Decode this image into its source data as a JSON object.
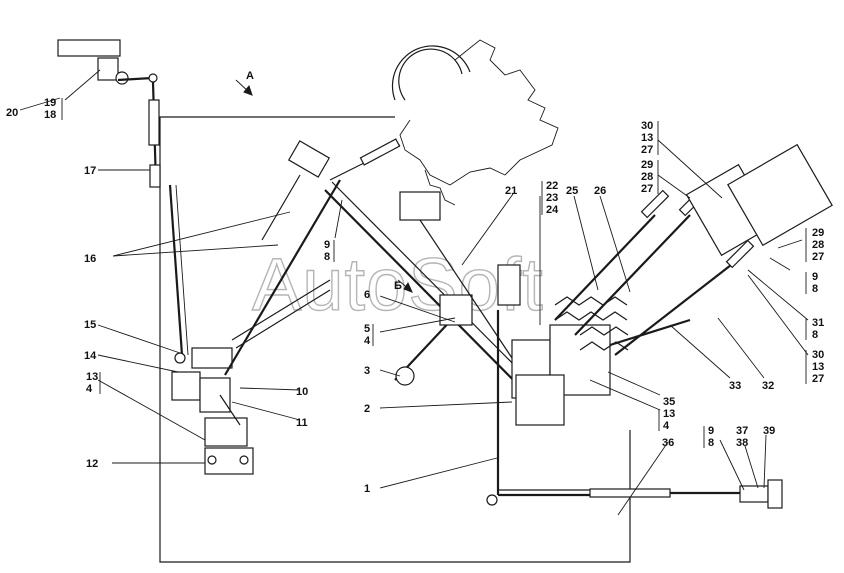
{
  "watermark": "AutoSoft",
  "view_labels": {
    "a": "A",
    "b": "Б"
  },
  "callouts": [
    {
      "id": "c1",
      "lines": [
        "1"
      ]
    },
    {
      "id": "c2",
      "lines": [
        "2"
      ]
    },
    {
      "id": "c3",
      "lines": [
        "3"
      ]
    },
    {
      "id": "c54",
      "lines": [
        "5",
        "4"
      ]
    },
    {
      "id": "c6",
      "lines": [
        "6"
      ]
    },
    {
      "id": "c98a",
      "lines": [
        "9",
        "8"
      ]
    },
    {
      "id": "c10",
      "lines": [
        "10"
      ]
    },
    {
      "id": "c11",
      "lines": [
        "11"
      ]
    },
    {
      "id": "c12",
      "lines": [
        "12"
      ]
    },
    {
      "id": "c134a",
      "lines": [
        "13",
        "4"
      ]
    },
    {
      "id": "c14",
      "lines": [
        "14"
      ]
    },
    {
      "id": "c15",
      "lines": [
        "15"
      ]
    },
    {
      "id": "c16",
      "lines": [
        "16"
      ]
    },
    {
      "id": "c17",
      "lines": [
        "17"
      ]
    },
    {
      "id": "c1918",
      "lines": [
        "19",
        "18"
      ]
    },
    {
      "id": "c20",
      "lines": [
        "20"
      ]
    },
    {
      "id": "c21",
      "lines": [
        "21"
      ]
    },
    {
      "id": "c222324",
      "lines": [
        "22",
        "23",
        "24"
      ]
    },
    {
      "id": "c25",
      "lines": [
        "25"
      ]
    },
    {
      "id": "c26",
      "lines": [
        "26"
      ]
    },
    {
      "id": "c301327a",
      "lines": [
        "30",
        "13",
        "27"
      ]
    },
    {
      "id": "c292827a",
      "lines": [
        "29",
        "28",
        "27"
      ]
    },
    {
      "id": "c292827b",
      "lines": [
        "29",
        "28",
        "27"
      ]
    },
    {
      "id": "c98b",
      "lines": [
        "9",
        "8"
      ]
    },
    {
      "id": "c318",
      "lines": [
        "31",
        "8"
      ]
    },
    {
      "id": "c301327b",
      "lines": [
        "30",
        "13",
        "27"
      ]
    },
    {
      "id": "c32",
      "lines": [
        "32"
      ]
    },
    {
      "id": "c33",
      "lines": [
        "33"
      ]
    },
    {
      "id": "c35",
      "lines": [
        "35"
      ]
    },
    {
      "id": "c134b",
      "lines": [
        "13",
        "4"
      ]
    },
    {
      "id": "c36",
      "lines": [
        "36"
      ]
    },
    {
      "id": "c98c",
      "lines": [
        "9",
        "8"
      ]
    },
    {
      "id": "c3738",
      "lines": [
        "37",
        "38"
      ]
    },
    {
      "id": "c39",
      "lines": [
        "39"
      ]
    }
  ]
}
